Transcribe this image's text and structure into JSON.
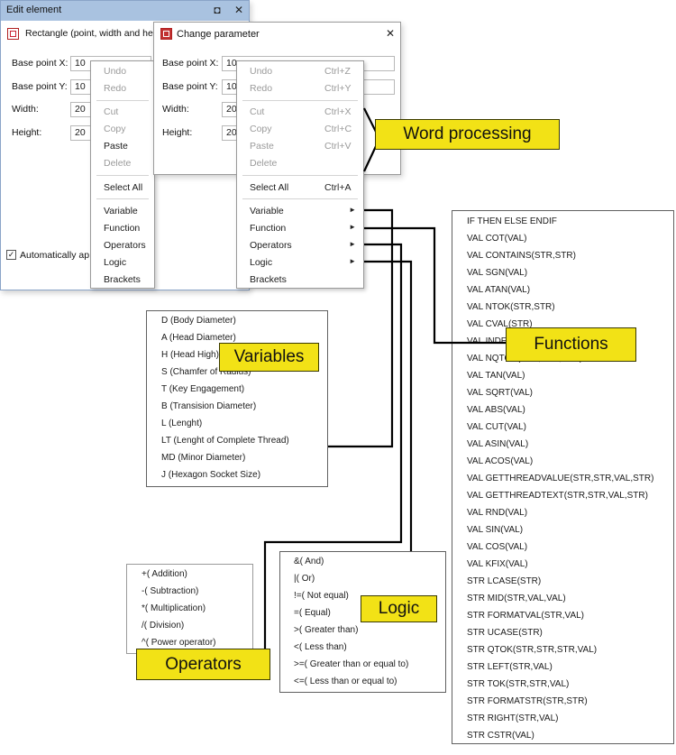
{
  "edit_element": {
    "title": "Edit element",
    "restore_glyph": "◘",
    "close_glyph": "✕",
    "subtitle": "Rectangle (point, width and hei",
    "fields": [
      {
        "label": "Base point X:",
        "value": "10"
      },
      {
        "label": "Base point Y:",
        "value": "10"
      },
      {
        "label": "Width:",
        "value": "20"
      },
      {
        "label": "Height:",
        "value": "20"
      }
    ],
    "checkbox_label": "Automatically ap"
  },
  "change_parameter": {
    "title": "Change parameter",
    "close_glyph": "✕",
    "fields": [
      {
        "label": "Base point X:",
        "value": "10"
      },
      {
        "label": "Base point Y:",
        "value": "10"
      },
      {
        "label": "Width:",
        "value": "20"
      },
      {
        "label": "Height:",
        "value": "20"
      }
    ]
  },
  "context_menu_left": {
    "items": [
      "Undo",
      "Redo",
      "Cut",
      "Copy",
      "Paste",
      "Delete",
      "Select All",
      "Variable",
      "Function",
      "Operators",
      "Logic",
      "Brackets"
    ]
  },
  "context_menu_right": {
    "items": [
      {
        "label": "Undo",
        "shortcut": "Ctrl+Z"
      },
      {
        "label": "Redo",
        "shortcut": "Ctrl+Y"
      },
      {
        "label": "Cut",
        "shortcut": "Ctrl+X"
      },
      {
        "label": "Copy",
        "shortcut": "Ctrl+C"
      },
      {
        "label": "Paste",
        "shortcut": "Ctrl+V"
      },
      {
        "label": "Delete",
        "shortcut": ""
      },
      {
        "label": "Select All",
        "shortcut": "Ctrl+A"
      },
      {
        "label": "Variable",
        "shortcut": ""
      },
      {
        "label": "Function",
        "shortcut": ""
      },
      {
        "label": "Operators",
        "shortcut": ""
      },
      {
        "label": "Logic",
        "shortcut": ""
      },
      {
        "label": "Brackets",
        "shortcut": ""
      }
    ],
    "submenu_arrow": "►"
  },
  "variables": [
    "D (Body Diameter)",
    "A (Head Diameter)",
    "H (Head High)",
    "S (Chamfer of Radius)",
    "T (Key Engagement)",
    "B (Transision Diameter)",
    "L (Lenght)",
    "LT (Lenght of Complete Thread)",
    "MD (Minor Diameter)",
    "J (Hexagon Socket Size)"
  ],
  "functions": [
    "IF THEN ELSE ENDIF",
    "VAL COT(VAL)",
    "VAL CONTAINS(STR,STR)",
    "VAL SGN(VAL)",
    "VAL ATAN(VAL)",
    "VAL NTOK(STR,STR)",
    "VAL CVAL(STR)",
    "VAL INDEX(STR,STR)",
    "VAL NQTOK(STR,STR,STR)",
    "VAL TAN(VAL)",
    "VAL SQRT(VAL)",
    "VAL ABS(VAL)",
    "VAL CUT(VAL)",
    "VAL ASIN(VAL)",
    "VAL ACOS(VAL)",
    "VAL GETTHREADVALUE(STR,STR,VAL,STR)",
    "VAL GETTHREADTEXT(STR,STR,VAL,STR)",
    "VAL RND(VAL)",
    "VAL SIN(VAL)",
    "VAL COS(VAL)",
    "VAL KFIX(VAL)",
    "STR LCASE(STR)",
    "STR MID(STR,VAL,VAL)",
    "STR FORMATVAL(STR,VAL)",
    "STR UCASE(STR)",
    "STR QTOK(STR,STR,STR,VAL)",
    "STR LEFT(STR,VAL)",
    "STR TOK(STR,STR,VAL)",
    "STR FORMATSTR(STR,STR)",
    "STR RIGHT(STR,VAL)",
    "STR CSTR(VAL)"
  ],
  "operators": [
    "+( Addition)",
    "-( Subtraction)",
    "*( Multiplication)",
    "/( Division)",
    "^( Power operator)"
  ],
  "logic": [
    "&( And)",
    "|( Or)",
    "!=( Not equal)",
    "=( Equal)",
    ">( Greater than)",
    "<( Less than)",
    ">=( Greater than or equal to)",
    "<=( Less than or equal to)"
  ],
  "callouts": {
    "word_processing": "Word processing",
    "functions": "Functions",
    "variables": "Variables",
    "logic": "Logic",
    "operators": "Operators"
  },
  "colors": {
    "callout_bg": "#f2e216",
    "titlebar": "#a9c2e0",
    "connector": "#000000"
  }
}
